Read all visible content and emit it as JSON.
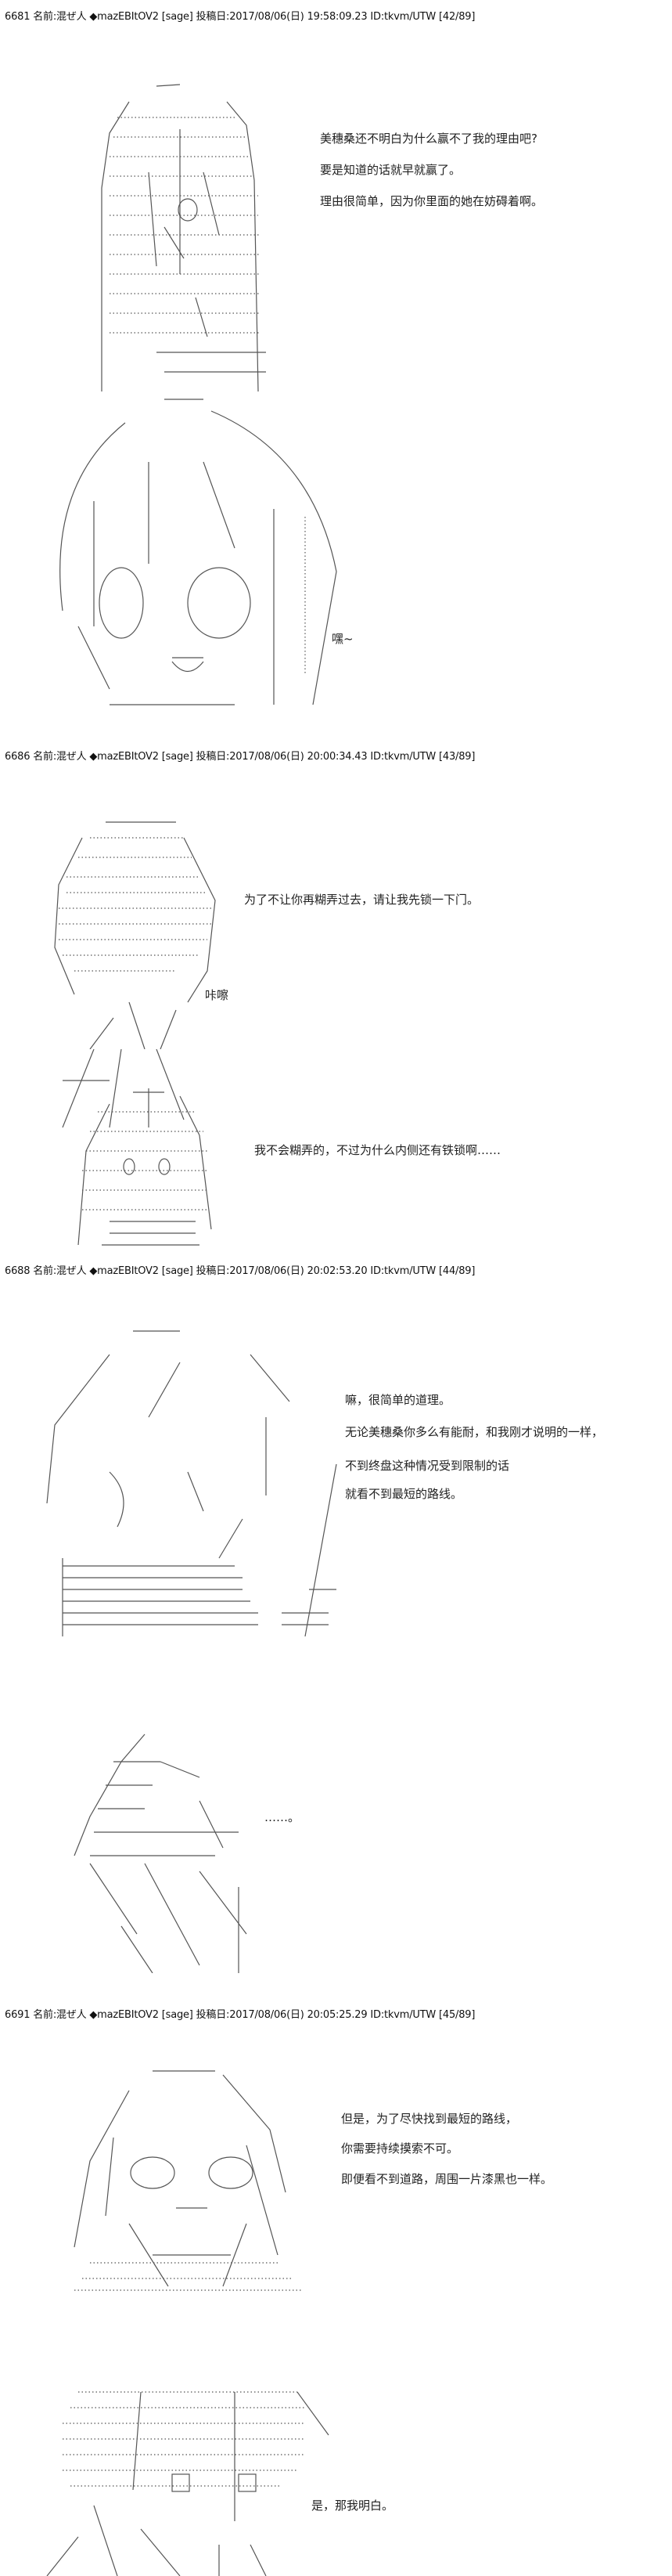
{
  "posts": [
    {
      "header": "6681 名前:混ぜ人 ◆mazEBItOV2 [sage] 投稿日:2017/08/06(日) 19:58:09.23 ID:tkvm/UTW [42/89]",
      "lines": [
        "美穗桑还不明白为什么赢不了我的理由吧?",
        "要是知道的话就早就赢了。",
        "理由很简单，因为你里面的她在妨碍着啊。",
        "嘿~"
      ]
    },
    {
      "header": "6686 名前:混ぜ人 ◆mazEBItOV2 [sage] 投稿日:2017/08/06(日) 20:00:34.43 ID:tkvm/UTW [43/89]",
      "lines": [
        "为了不让你再糊弄过去，请让我先锁一下门。",
        "咔嚓",
        "我不会糊弄的，不过为什么内侧还有铁锁啊……"
      ]
    },
    {
      "header": "6688 名前:混ぜ人 ◆mazEBItOV2 [sage] 投稿日:2017/08/06(日) 20:02:53.20 ID:tkvm/UTW [44/89]",
      "lines": [
        "嘛，很简单的道理。",
        "无论美穗桑你多么有能耐，和我刚才说明的一样，",
        "不到终盘这种情况受到限制的话",
        "就看不到最短的路线。",
        "……。"
      ]
    },
    {
      "header": "6691 名前:混ぜ人 ◆mazEBItOV2 [sage] 投稿日:2017/08/06(日) 20:05:25.29 ID:tkvm/UTW [45/89]",
      "lines": [
        "但是，为了尽快找到最短的路线，",
        "你需要持续摸索不可。",
        "即便看不到道路，周围一片漆黑也一样。",
        "是，那我明白。"
      ]
    }
  ]
}
